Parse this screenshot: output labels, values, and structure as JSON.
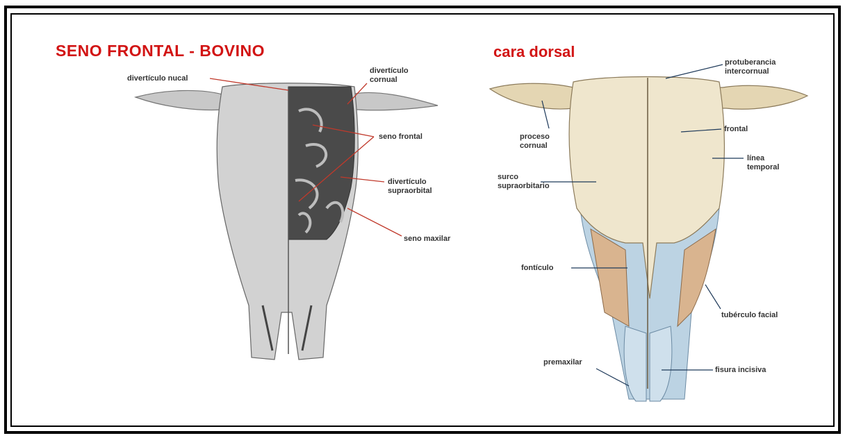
{
  "left_panel": {
    "title": "SENO FRONTAL - BOVINO",
    "labels": {
      "diverticulo_nucal": "divertículo nucal",
      "diverticulo_cornual_1": "divertículo",
      "diverticulo_cornual_2": "cornual",
      "seno_frontal": "seno frontal",
      "diverticulo_supraorbital_1": "divertículo",
      "diverticulo_supraorbital_2": "supraorbital",
      "seno_maxilar": "seno maxilar"
    },
    "leader_color": "#c0392b"
  },
  "right_panel": {
    "title": "cara dorsal",
    "labels": {
      "protuberancia_1": "protuberancia",
      "protuberancia_2": "intercornual",
      "proceso_1": "proceso",
      "proceso_2": "cornual",
      "frontal": "frontal",
      "linea_1": "línea",
      "linea_2": "temporal",
      "surco_1": "surco",
      "surco_2": "supraorbitario",
      "fonticulo": "fontículo",
      "tuberculo_facial": "tubérculo facial",
      "premaxilar": "premaxilar",
      "fisura_incisiva": "fisura incisiva"
    },
    "leader_color": "#1f3a5a"
  },
  "colors": {
    "title": "#d21414",
    "bone_gray": "#c9c9c9",
    "bone_cream": "#efe6cd",
    "bone_blue": "#b9d3e4",
    "bone_tan": "#d7b28c"
  }
}
